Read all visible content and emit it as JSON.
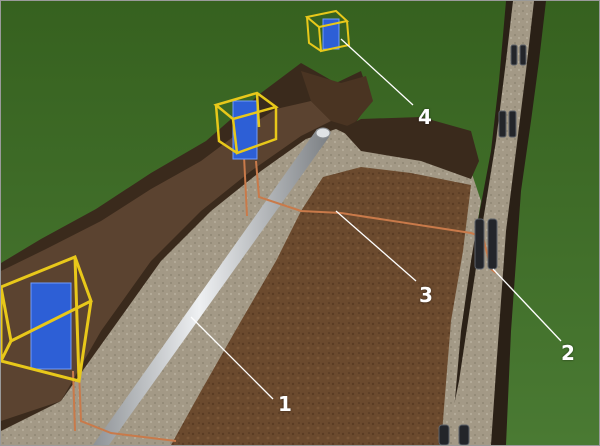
{
  "diagram": {
    "callouts": [
      {
        "label": "1"
      },
      {
        "label": "2"
      },
      {
        "label": "3"
      },
      {
        "label": "4"
      }
    ]
  },
  "colors": {
    "grass": "#3f6a2a",
    "trench_floor": "#a49a88",
    "soil": "#6b4a2e",
    "pipe": "#c9ccd0",
    "copper_cable": "#c97a4a",
    "frame_yellow": "#e8c81a",
    "box_blue": "#2d5fd6",
    "leader_line": "#ffffff"
  }
}
